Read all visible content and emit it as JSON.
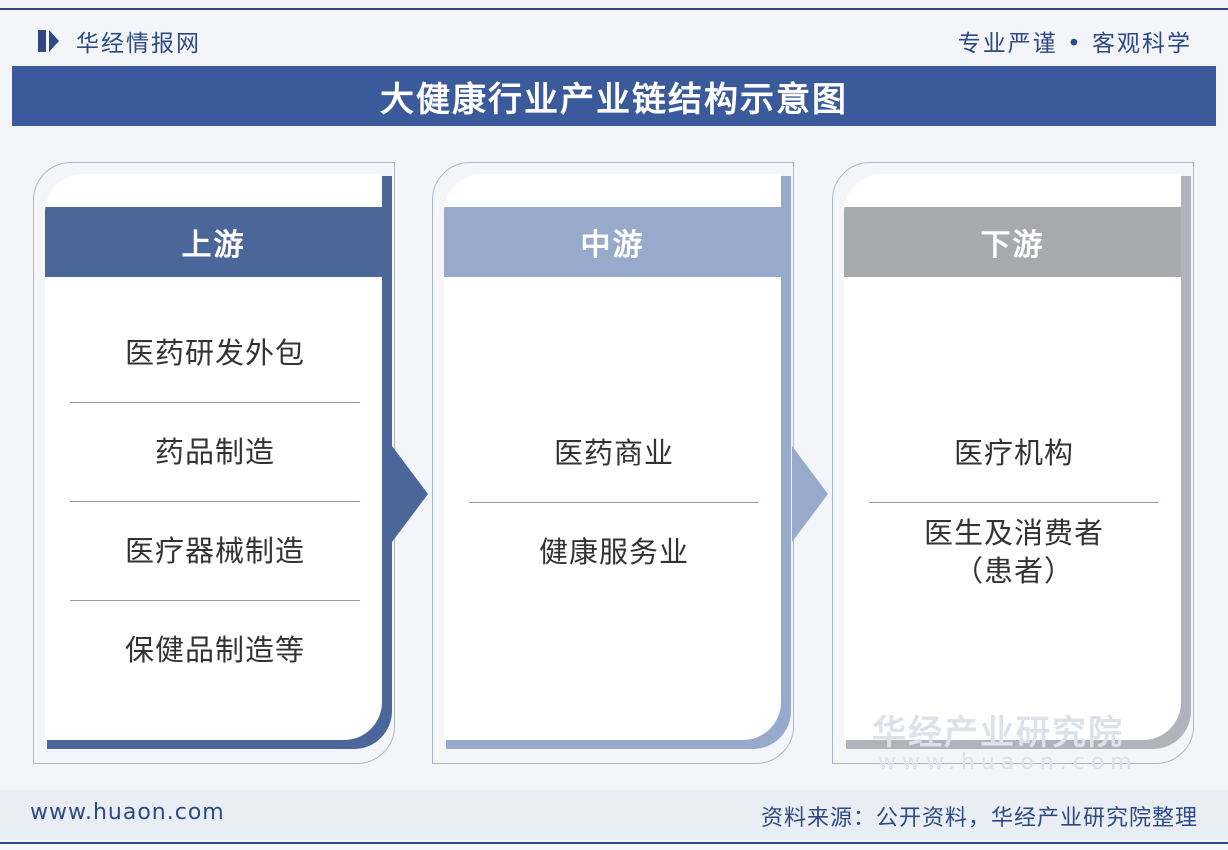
{
  "header": {
    "brand": "华经情报网",
    "slogan": "专业严谨 • 客观科学"
  },
  "title": "大健康行业产业链结构示意图",
  "upstream": {
    "label": "上游",
    "items": [
      "医药研发外包",
      "药品制造",
      "医疗器械制造",
      "保健品制造等"
    ]
  },
  "midstream": {
    "label": "中游",
    "items": [
      "医药商业",
      "健康服务业"
    ]
  },
  "downstream": {
    "label": "下游",
    "items": [
      "医疗机构",
      "医生及消费者\n（患者）"
    ]
  },
  "watermark": {
    "name": "华经产业研究院",
    "url": "www.huaon.com"
  },
  "footer": {
    "site": "www.huaon.com",
    "source": "资料来源：公开资料，华经产业研究院整理"
  },
  "colors": {
    "brand": "#2d4a85",
    "upstream": "#4b6698",
    "midstream": "#98aacb",
    "downstream": "#a7a9ad"
  }
}
